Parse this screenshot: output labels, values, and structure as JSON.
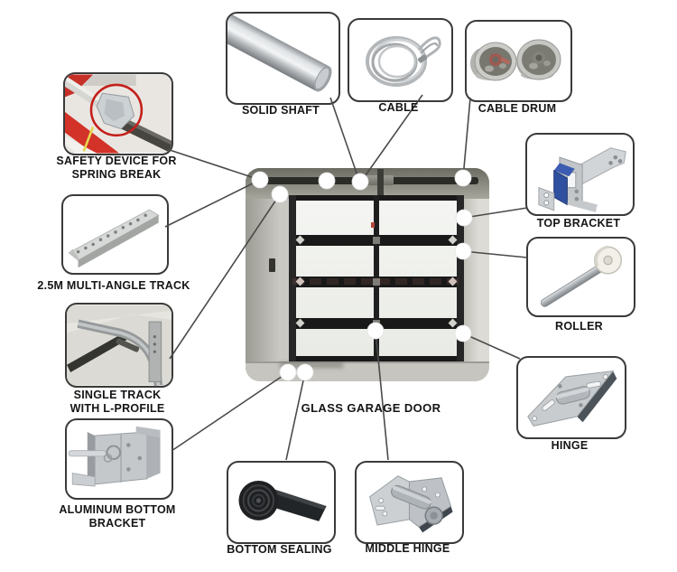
{
  "title": "GLASS GARAGE DOOR",
  "parts": [
    {
      "id": "solid-shaft",
      "label": "SOLID SHAFT"
    },
    {
      "id": "cable",
      "label": "CABLE"
    },
    {
      "id": "cable-drum",
      "label": "CABLE DRUM"
    },
    {
      "id": "safety-device",
      "label": "SAFETY DEVICE FOR\nSPRING BREAK"
    },
    {
      "id": "multi-angle-track",
      "label": "2.5M MULTI-ANGLE TRACK"
    },
    {
      "id": "single-track",
      "label": "SINGLE TRACK\nWITH L-PROFILE"
    },
    {
      "id": "aluminum-bottom-bracket",
      "label": "ALUMINUM BOTTOM\nBRACKET"
    },
    {
      "id": "top-bracket",
      "label": "TOP BRACKET"
    },
    {
      "id": "roller",
      "label": "ROLLER"
    },
    {
      "id": "hinge",
      "label": "HINGE"
    },
    {
      "id": "bottom-sealing",
      "label": "BOTTOM SEALING"
    },
    {
      "id": "middle-hinge",
      "label": "MIDDLE HINGE"
    }
  ],
  "colors": {
    "box_border": "#3a3a3a",
    "connector_line": "#4a4a4a",
    "label_text": "#151515",
    "accent_red": "#c41f1a",
    "bracket_blue": "#2f4f9f"
  }
}
